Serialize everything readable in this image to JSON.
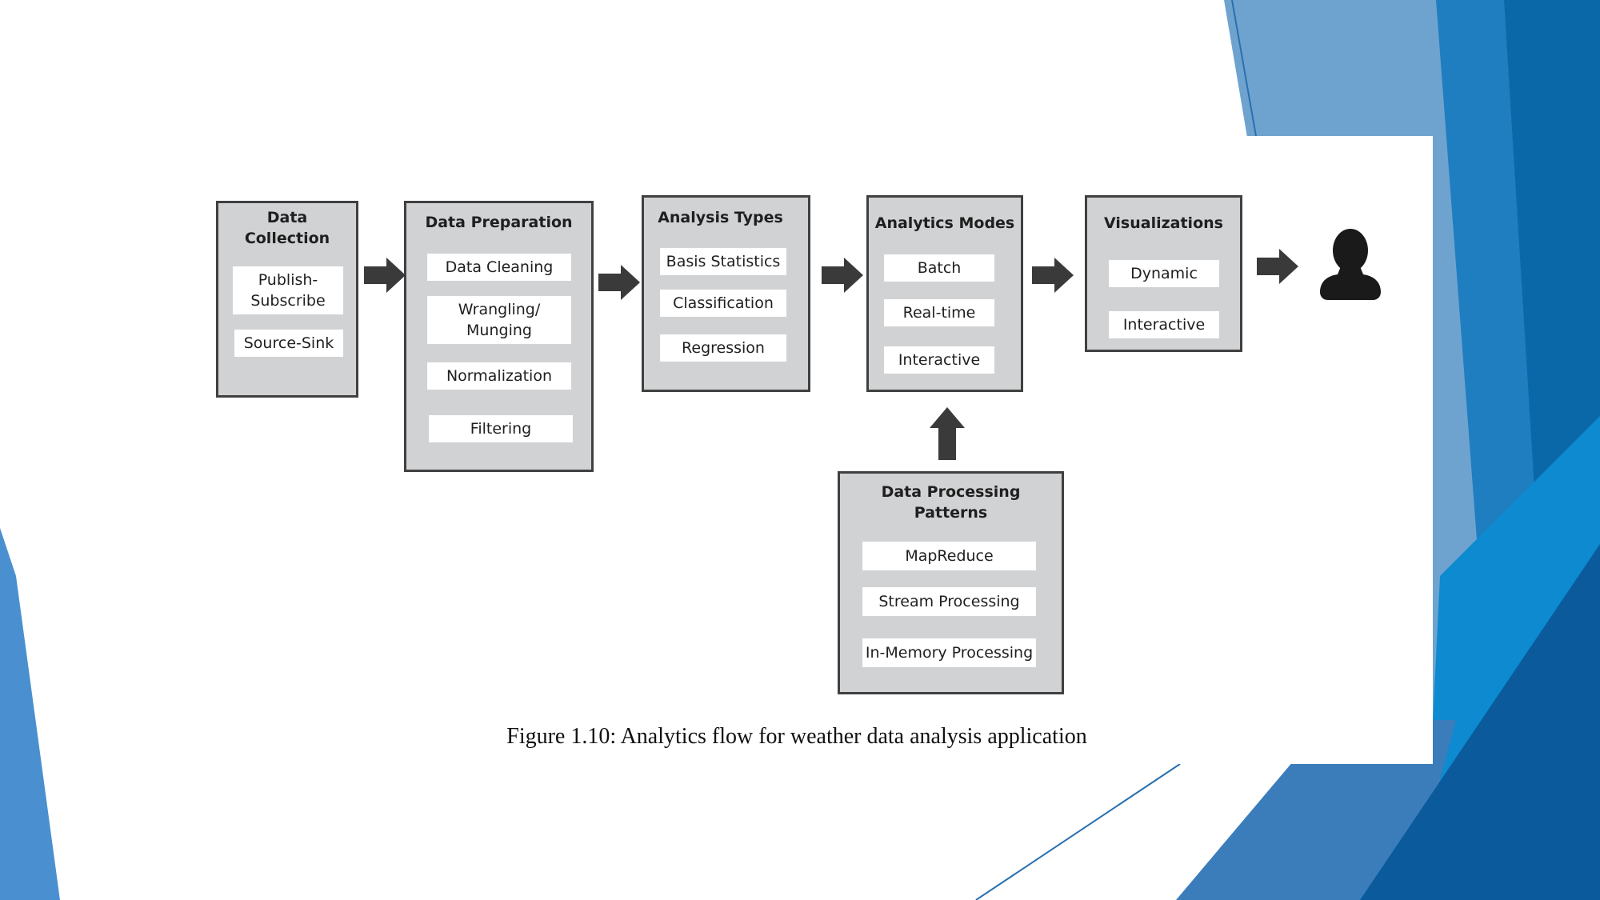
{
  "slide": {
    "accent_colors": [
      "#1e6fb0",
      "#2d8fd6",
      "#6fa3cf",
      "#a9c8e6",
      "#0b5b9c"
    ]
  },
  "diagram": {
    "stages": {
      "data_collection": {
        "title": "Data\nCollection",
        "items": [
          "Publish-\nSubscribe",
          "Source-Sink"
        ]
      },
      "data_preparation": {
        "title": "Data Preparation",
        "items": [
          "Data Cleaning",
          "Wrangling/\nMunging",
          "Normalization",
          "Filtering"
        ]
      },
      "analysis_types": {
        "title": "Analysis Types",
        "items": [
          "Basis Statistics",
          "Classification",
          "Regression"
        ]
      },
      "analytics_modes": {
        "title": "Analytics Modes",
        "items": [
          "Batch",
          "Real-time",
          "Interactive"
        ]
      },
      "visualizations": {
        "title": "Visualizations",
        "items": [
          "Dynamic",
          "Interactive"
        ]
      },
      "data_processing_patterns": {
        "title": "Data Processing\nPatterns",
        "items": [
          "MapReduce",
          "Stream Processing",
          "In-Memory Processing"
        ]
      }
    },
    "end_icon": "user-silhouette-icon",
    "arrow_icon": "block-arrow-icon",
    "box_fill": "#d1d2d4",
    "box_border": "#404040",
    "arrow_color": "#3a3a3a"
  },
  "caption": "Figure 1.10: Analytics flow for weather data analysis application"
}
